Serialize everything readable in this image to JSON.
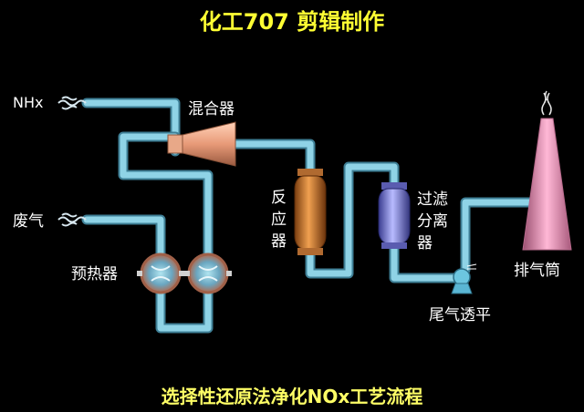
{
  "header": {
    "title": "化工707 剪辑制作"
  },
  "labels": {
    "nhx": "NHx",
    "mixer": "混合器",
    "waste_gas": "废气",
    "preheater": "预热器",
    "reactor_line1": "反",
    "reactor_line2": "应",
    "reactor_line3": "器",
    "filter_line1": "过滤",
    "filter_line2": "分离",
    "filter_line3": "器",
    "fan": "尾气透平",
    "stack": "排气筒"
  },
  "footer": {
    "caption": "选择性还原法净化NOx工艺流程"
  },
  "colors": {
    "pipe": "#8fd3e6",
    "pipe_edge": "#3e7f96",
    "mixer_cone": "#e9a07e",
    "reactor": "#e08a3a",
    "filter": "#8a8ef0",
    "stack": "#f3a2c4",
    "title": "#ffff33"
  }
}
